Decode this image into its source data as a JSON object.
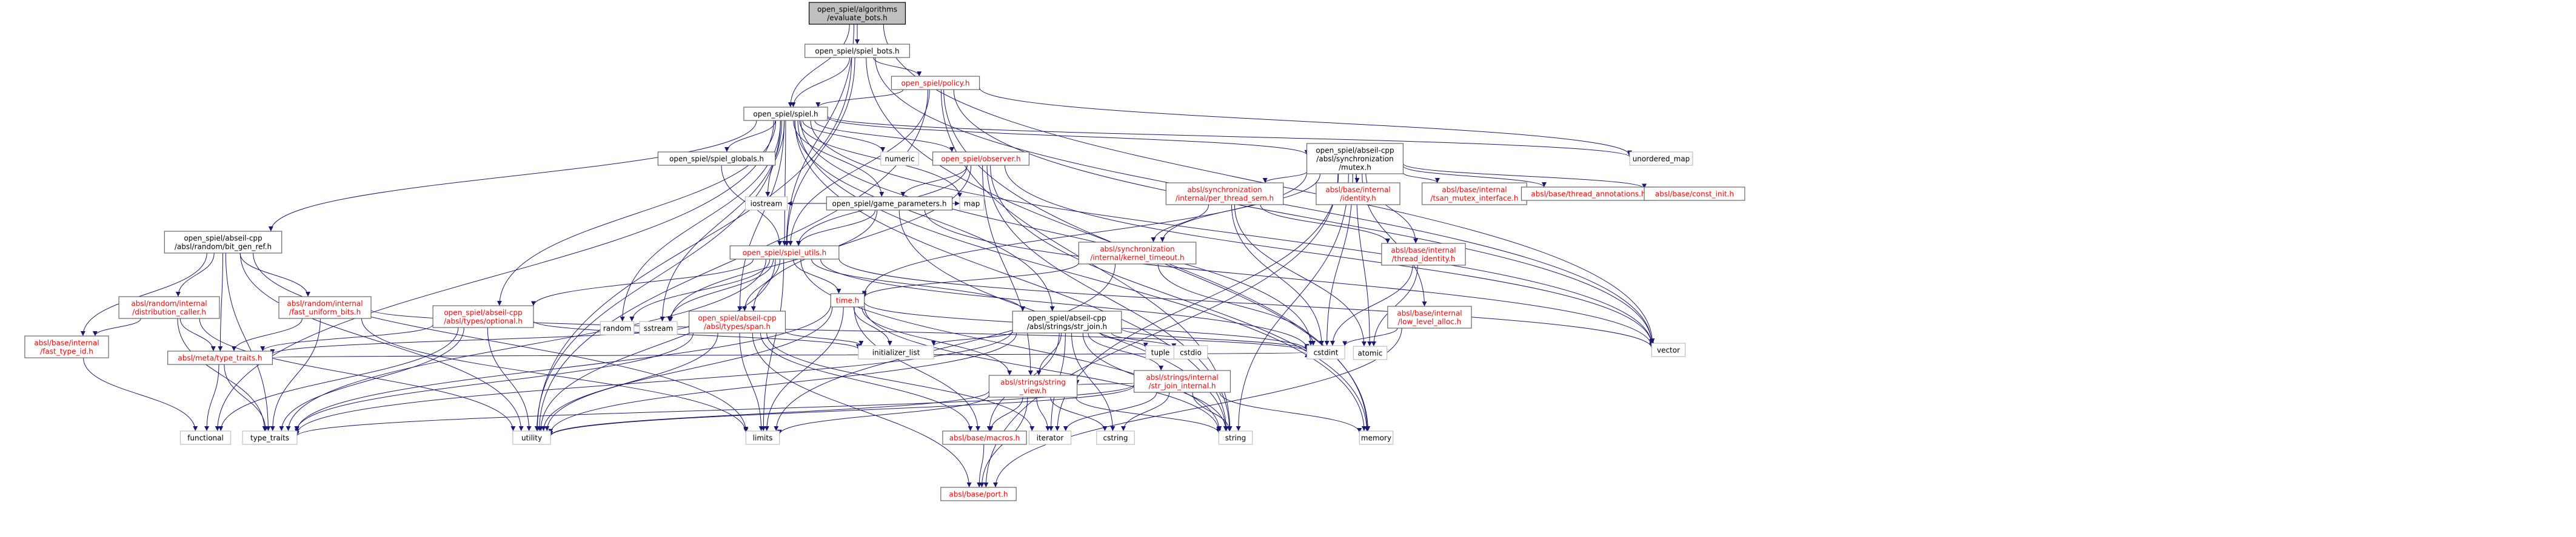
{
  "nodes": [
    {
      "id": "root",
      "lines": [
        "open_spiel/algorithms",
        "/evaluate_bots.h"
      ],
      "kind": "root"
    },
    {
      "id": "bots",
      "lines": [
        "open_spiel/spiel_bots.h"
      ],
      "kind": "black"
    },
    {
      "id": "policy",
      "lines": [
        "open_spiel/policy.h"
      ],
      "kind": "red"
    },
    {
      "id": "spiel",
      "lines": [
        "open_spiel/spiel.h"
      ],
      "kind": "black"
    },
    {
      "id": "globals",
      "lines": [
        "open_spiel/spiel_globals.h"
      ],
      "kind": "black"
    },
    {
      "id": "observer",
      "lines": [
        "open_spiel/observer.h"
      ],
      "kind": "red"
    },
    {
      "id": "gameparams",
      "lines": [
        "open_spiel/game_parameters.h"
      ],
      "kind": "black"
    },
    {
      "id": "utils",
      "lines": [
        "open_spiel/spiel_utils.h"
      ],
      "kind": "red"
    },
    {
      "id": "mutex",
      "lines": [
        "open_spiel/abseil-cpp",
        "/absl/synchronization",
        "/mutex.h"
      ],
      "kind": "black"
    },
    {
      "id": "bitgen",
      "lines": [
        "open_spiel/abseil-cpp",
        "/absl/random/bit_gen_ref.h"
      ],
      "kind": "black"
    },
    {
      "id": "distcaller",
      "lines": [
        "absl/random/internal",
        "/distribution_caller.h"
      ],
      "kind": "red"
    },
    {
      "id": "fastuniform",
      "lines": [
        "absl/random/internal",
        "/fast_uniform_bits.h"
      ],
      "kind": "red"
    },
    {
      "id": "fasttypeid",
      "lines": [
        "absl/base/internal",
        "/fast_type_id.h"
      ],
      "kind": "red"
    },
    {
      "id": "typetraits",
      "lines": [
        "absl/meta/type_traits.h"
      ],
      "kind": "red"
    },
    {
      "id": "optional",
      "lines": [
        "open_spiel/abseil-cpp",
        "/absl/types/optional.h"
      ],
      "kind": "red"
    },
    {
      "id": "span",
      "lines": [
        "open_spiel/abseil-cpp",
        "/absl/types/span.h"
      ],
      "kind": "red"
    },
    {
      "id": "timeh",
      "lines": [
        "time.h"
      ],
      "kind": "red"
    },
    {
      "id": "strjoin",
      "lines": [
        "open_spiel/abseil-cpp",
        "/absl/strings/str_join.h"
      ],
      "kind": "black"
    },
    {
      "id": "strjoininternal",
      "lines": [
        "absl/strings/internal",
        "/str_join_internal.h"
      ],
      "kind": "red"
    },
    {
      "id": "stringview",
      "lines": [
        "absl/strings/string",
        "_view.h"
      ],
      "kind": "red"
    },
    {
      "id": "macros",
      "lines": [
        "absl/base/macros.h"
      ],
      "kind": "red"
    },
    {
      "id": "port",
      "lines": [
        "absl/base/port.h"
      ],
      "kind": "red"
    },
    {
      "id": "persem",
      "lines": [
        "absl/synchronization",
        "/internal/per_thread_sem.h"
      ],
      "kind": "red"
    },
    {
      "id": "kerneltimeout",
      "lines": [
        "absl/synchronization",
        "/internal/kernel_timeout.h"
      ],
      "kind": "red"
    },
    {
      "id": "identity",
      "lines": [
        "absl/base/internal",
        "/identity.h"
      ],
      "kind": "red"
    },
    {
      "id": "tsan",
      "lines": [
        "absl/base/internal",
        "/tsan_mutex_interface.h"
      ],
      "kind": "red"
    },
    {
      "id": "annotations",
      "lines": [
        "absl/base/thread_annotations.h"
      ],
      "kind": "red"
    },
    {
      "id": "constinit",
      "lines": [
        "absl/base/const_init.h"
      ],
      "kind": "red"
    },
    {
      "id": "threadidentity",
      "lines": [
        "absl/base/internal",
        "/thread_identity.h"
      ],
      "kind": "red"
    },
    {
      "id": "lowlevel",
      "lines": [
        "absl/base/internal",
        "/low_level_alloc.h"
      ],
      "kind": "red"
    },
    {
      "id": "numeric",
      "lines": [
        "numeric"
      ],
      "kind": "ext"
    },
    {
      "id": "unordered_map",
      "lines": [
        "unordered_map"
      ],
      "kind": "ext"
    },
    {
      "id": "vector",
      "lines": [
        "vector"
      ],
      "kind": "ext"
    },
    {
      "id": "memory",
      "lines": [
        "memory"
      ],
      "kind": "ext"
    },
    {
      "id": "string",
      "lines": [
        "string"
      ],
      "kind": "ext"
    },
    {
      "id": "iostream",
      "lines": [
        "iostream"
      ],
      "kind": "ext"
    },
    {
      "id": "map",
      "lines": [
        "map"
      ],
      "kind": "ext"
    },
    {
      "id": "random",
      "lines": [
        "random"
      ],
      "kind": "ext"
    },
    {
      "id": "sstream",
      "lines": [
        "sstream"
      ],
      "kind": "ext"
    },
    {
      "id": "functional",
      "lines": [
        "functional"
      ],
      "kind": "ext"
    },
    {
      "id": "type_traits",
      "lines": [
        "type_traits"
      ],
      "kind": "ext"
    },
    {
      "id": "utility",
      "lines": [
        "utility"
      ],
      "kind": "ext"
    },
    {
      "id": "limits",
      "lines": [
        "limits"
      ],
      "kind": "ext"
    },
    {
      "id": "initializer_list",
      "lines": [
        "initializer_list"
      ],
      "kind": "ext"
    },
    {
      "id": "cstdint",
      "lines": [
        "cstdint"
      ],
      "kind": "ext"
    },
    {
      "id": "tuple",
      "lines": [
        "tuple"
      ],
      "kind": "ext"
    },
    {
      "id": "cstdio",
      "lines": [
        "cstdio"
      ],
      "kind": "ext"
    },
    {
      "id": "iterator",
      "lines": [
        "iterator"
      ],
      "kind": "ext"
    },
    {
      "id": "cstring",
      "lines": [
        "cstring"
      ],
      "kind": "ext"
    },
    {
      "id": "atomic",
      "lines": [
        "atomic"
      ],
      "kind": "ext"
    }
  ],
  "edges": [
    [
      "root",
      "bots"
    ],
    [
      "root",
      "spiel"
    ],
    [
      "root",
      "vector"
    ],
    [
      "root",
      "utils"
    ],
    [
      "bots",
      "policy"
    ],
    [
      "bots",
      "spiel"
    ],
    [
      "bots",
      "utils"
    ],
    [
      "bots",
      "memory"
    ],
    [
      "bots",
      "vector"
    ],
    [
      "bots",
      "utility"
    ],
    [
      "policy",
      "spiel"
    ],
    [
      "policy",
      "unordered_map"
    ],
    [
      "policy",
      "utils"
    ],
    [
      "policy",
      "string"
    ],
    [
      "policy",
      "memory"
    ],
    [
      "policy",
      "vector"
    ],
    [
      "policy",
      "utility"
    ],
    [
      "spiel",
      "globals"
    ],
    [
      "spiel",
      "observer"
    ],
    [
      "spiel",
      "gameparams"
    ],
    [
      "spiel",
      "utils"
    ],
    [
      "spiel",
      "mutex"
    ],
    [
      "spiel",
      "bitgen"
    ],
    [
      "spiel",
      "optional"
    ],
    [
      "spiel",
      "span"
    ],
    [
      "spiel",
      "strjoin"
    ],
    [
      "spiel",
      "numeric"
    ],
    [
      "spiel",
      "unordered_map"
    ],
    [
      "spiel",
      "vector"
    ],
    [
      "spiel",
      "memory"
    ],
    [
      "spiel",
      "string"
    ],
    [
      "spiel",
      "iostream"
    ],
    [
      "spiel",
      "map"
    ],
    [
      "spiel",
      "random"
    ],
    [
      "spiel",
      "sstream"
    ],
    [
      "spiel",
      "functional"
    ],
    [
      "spiel",
      "utility"
    ],
    [
      "spiel",
      "cstdint"
    ],
    [
      "globals",
      "utils"
    ],
    [
      "observer",
      "gameparams"
    ],
    [
      "observer",
      "utils"
    ],
    [
      "observer",
      "span"
    ],
    [
      "observer",
      "stringview"
    ],
    [
      "observer",
      "string"
    ],
    [
      "observer",
      "vector"
    ],
    [
      "observer",
      "memory"
    ],
    [
      "gameparams",
      "utils"
    ],
    [
      "gameparams",
      "map"
    ],
    [
      "gameparams",
      "iostream"
    ],
    [
      "gameparams",
      "string"
    ],
    [
      "gameparams",
      "vector"
    ],
    [
      "gameparams",
      "sstream"
    ],
    [
      "utils",
      "optional"
    ],
    [
      "utils",
      "span"
    ],
    [
      "utils",
      "strjoin"
    ],
    [
      "utils",
      "timeh"
    ],
    [
      "utils",
      "random"
    ],
    [
      "utils",
      "sstream"
    ],
    [
      "utils",
      "string"
    ],
    [
      "utils",
      "vector"
    ],
    [
      "utils",
      "type_traits"
    ],
    [
      "utils",
      "utility"
    ],
    [
      "utils",
      "limits"
    ],
    [
      "utils",
      "cstdint"
    ],
    [
      "mutex",
      "persem"
    ],
    [
      "mutex",
      "kerneltimeout"
    ],
    [
      "mutex",
      "identity"
    ],
    [
      "mutex",
      "tsan"
    ],
    [
      "mutex",
      "annotations"
    ],
    [
      "mutex",
      "constinit"
    ],
    [
      "mutex",
      "threadidentity"
    ],
    [
      "mutex",
      "lowlevel"
    ],
    [
      "mutex",
      "timeh"
    ],
    [
      "mutex",
      "atomic"
    ],
    [
      "mutex",
      "cstdint"
    ],
    [
      "mutex",
      "string"
    ],
    [
      "mutex",
      "port"
    ],
    [
      "mutex",
      "iterator"
    ],
    [
      "bitgen",
      "distcaller"
    ],
    [
      "bitgen",
      "fastuniform"
    ],
    [
      "bitgen",
      "fasttypeid"
    ],
    [
      "bitgen",
      "typetraits"
    ],
    [
      "bitgen",
      "type_traits"
    ],
    [
      "bitgen",
      "utility"
    ],
    [
      "bitgen",
      "limits"
    ],
    [
      "distcaller",
      "fasttypeid"
    ],
    [
      "distcaller",
      "typetraits"
    ],
    [
      "distcaller",
      "type_traits"
    ],
    [
      "distcaller",
      "utility"
    ],
    [
      "fastuniform",
      "typetraits"
    ],
    [
      "fastuniform",
      "type_traits"
    ],
    [
      "fastuniform",
      "limits"
    ],
    [
      "fastuniform",
      "cstdint"
    ],
    [
      "fasttypeid",
      "functional"
    ],
    [
      "typetraits",
      "type_traits"
    ],
    [
      "typetraits",
      "functional"
    ],
    [
      "typetraits",
      "cstdint"
    ],
    [
      "optional",
      "typetraits"
    ],
    [
      "optional",
      "type_traits"
    ],
    [
      "optional",
      "utility"
    ],
    [
      "optional",
      "initializer_list"
    ],
    [
      "optional",
      "functional"
    ],
    [
      "span",
      "typetraits"
    ],
    [
      "span",
      "macros"
    ],
    [
      "span",
      "port"
    ],
    [
      "span",
      "initializer_list"
    ],
    [
      "span",
      "type_traits"
    ],
    [
      "span",
      "utility"
    ],
    [
      "span",
      "iterator"
    ],
    [
      "span",
      "limits"
    ],
    [
      "timeh",
      "cstdint"
    ],
    [
      "timeh",
      "type_traits"
    ],
    [
      "timeh",
      "utility"
    ],
    [
      "timeh",
      "string"
    ],
    [
      "timeh",
      "limits"
    ],
    [
      "timeh",
      "macros"
    ],
    [
      "timeh",
      "stringview"
    ],
    [
      "timeh",
      "initializer_list"
    ],
    [
      "strjoin",
      "strjoininternal"
    ],
    [
      "strjoin",
      "stringview"
    ],
    [
      "strjoin",
      "macros"
    ],
    [
      "strjoin",
      "initializer_list"
    ],
    [
      "strjoin",
      "cstdint"
    ],
    [
      "strjoin",
      "cstring"
    ],
    [
      "strjoin",
      "string"
    ],
    [
      "strjoin",
      "tuple"
    ],
    [
      "strjoin",
      "type_traits"
    ],
    [
      "strjoin",
      "utility"
    ],
    [
      "strjoin",
      "iterator"
    ],
    [
      "strjoin",
      "cstdio"
    ],
    [
      "strjoininternal",
      "stringview"
    ],
    [
      "strjoininternal",
      "cstring"
    ],
    [
      "strjoininternal",
      "iterator"
    ],
    [
      "strjoininternal",
      "memory"
    ],
    [
      "strjoininternal",
      "string"
    ],
    [
      "strjoininternal",
      "type_traits"
    ],
    [
      "strjoininternal",
      "utility"
    ],
    [
      "stringview",
      "macros"
    ],
    [
      "stringview",
      "port"
    ],
    [
      "stringview",
      "limits"
    ],
    [
      "stringview",
      "cstring"
    ],
    [
      "stringview",
      "iterator"
    ],
    [
      "stringview",
      "string"
    ],
    [
      "stringview",
      "utility"
    ],
    [
      "macros",
      "port"
    ],
    [
      "persem",
      "kerneltimeout"
    ],
    [
      "persem",
      "threadidentity"
    ],
    [
      "persem",
      "atomic"
    ],
    [
      "persem",
      "cstdint"
    ],
    [
      "kerneltimeout",
      "timeh"
    ],
    [
      "kerneltimeout",
      "cstdint"
    ],
    [
      "kerneltimeout",
      "limits"
    ],
    [
      "threadidentity",
      "atomic"
    ],
    [
      "threadidentity",
      "cstdint"
    ],
    [
      "lowlevel",
      "port"
    ],
    [
      "lowlevel",
      "cstdint"
    ]
  ]
}
